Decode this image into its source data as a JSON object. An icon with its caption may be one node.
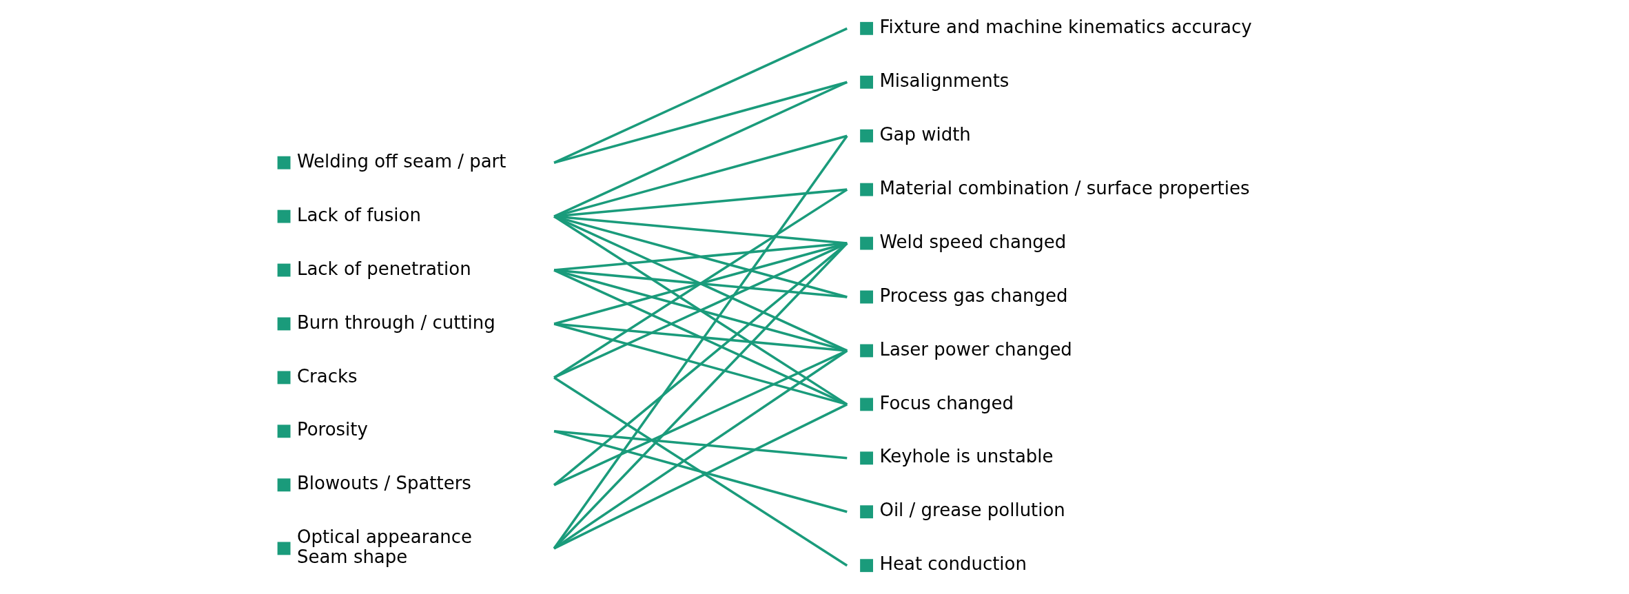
{
  "diagram": {
    "nodes": [
      {
        "text": [
          "Welding off seam / part"
        ]
      },
      {
        "text": [
          "Lack of fusion"
        ]
      },
      {
        "text": [
          "Lack of penetration"
        ]
      },
      {
        "text": [
          "Burn through / cutting"
        ]
      },
      {
        "text": [
          "Cracks"
        ]
      },
      {
        "text": [
          "Porosity"
        ]
      },
      {
        "text": [
          "Blowouts / Spatters"
        ]
      },
      {
        "text": [
          "Optical appearance",
          "Seam shape"
        ]
      },
      {
        "text": [
          "Fixture and machine kinematics accuracy"
        ]
      },
      {
        "text": [
          "Misalignments"
        ]
      },
      {
        "text": [
          "Gap width"
        ]
      },
      {
        "text": [
          "Material combination / surface properties"
        ]
      },
      {
        "text": [
          "Weld speed changed"
        ]
      },
      {
        "text": [
          "Process gas changed"
        ]
      },
      {
        "text": [
          "Laser power changed"
        ]
      },
      {
        "text": [
          "Focus changed"
        ]
      },
      {
        "text": [
          "Keyhole is unstable"
        ]
      },
      {
        "text": [
          "Oil / grease pollution"
        ]
      },
      {
        "text": [
          "Heat conduction"
        ]
      }
    ],
    "edges": [
      {
        "from": 0,
        "to": 8,
        "arrow": "none"
      },
      {
        "from": 0,
        "to": 9,
        "arrow": "none"
      },
      {
        "from": 1,
        "to": 9,
        "arrow": "none"
      },
      {
        "from": 1,
        "to": 10,
        "arrow": "none"
      },
      {
        "from": 1,
        "to": 11,
        "arrow": "none"
      },
      {
        "from": 1,
        "to": 12,
        "arrow": "none"
      },
      {
        "from": 1,
        "to": 13,
        "arrow": "none"
      },
      {
        "from": 1,
        "to": 14,
        "arrow": "none"
      },
      {
        "from": 1,
        "to": 15,
        "arrow": "none"
      },
      {
        "from": 2,
        "to": 12,
        "arrow": "none"
      },
      {
        "from": 2,
        "to": 13,
        "arrow": "none"
      },
      {
        "from": 2,
        "to": 14,
        "arrow": "none"
      },
      {
        "from": 2,
        "to": 15,
        "arrow": "none"
      },
      {
        "from": 3,
        "to": 12,
        "arrow": "none"
      },
      {
        "from": 3,
        "to": 14,
        "arrow": "none"
      },
      {
        "from": 3,
        "to": 15,
        "arrow": "none"
      },
      {
        "from": 4,
        "to": 11,
        "arrow": "none"
      },
      {
        "from": 4,
        "to": 12,
        "arrow": "none"
      },
      {
        "from": 4,
        "to": 18,
        "arrow": "none"
      },
      {
        "from": 5,
        "to": 16,
        "arrow": "none"
      },
      {
        "from": 5,
        "to": 17,
        "arrow": "none"
      },
      {
        "from": 6,
        "to": 12,
        "arrow": "none"
      },
      {
        "from": 6,
        "to": 14,
        "arrow": "none"
      },
      {
        "from": 7,
        "to": 10,
        "arrow": "none"
      },
      {
        "from": 7,
        "to": 12,
        "arrow": "none"
      },
      {
        "from": 7,
        "to": 14,
        "arrow": "none"
      },
      {
        "from": 7,
        "to": 15,
        "arrow": "none"
      }
    ]
  }
}
